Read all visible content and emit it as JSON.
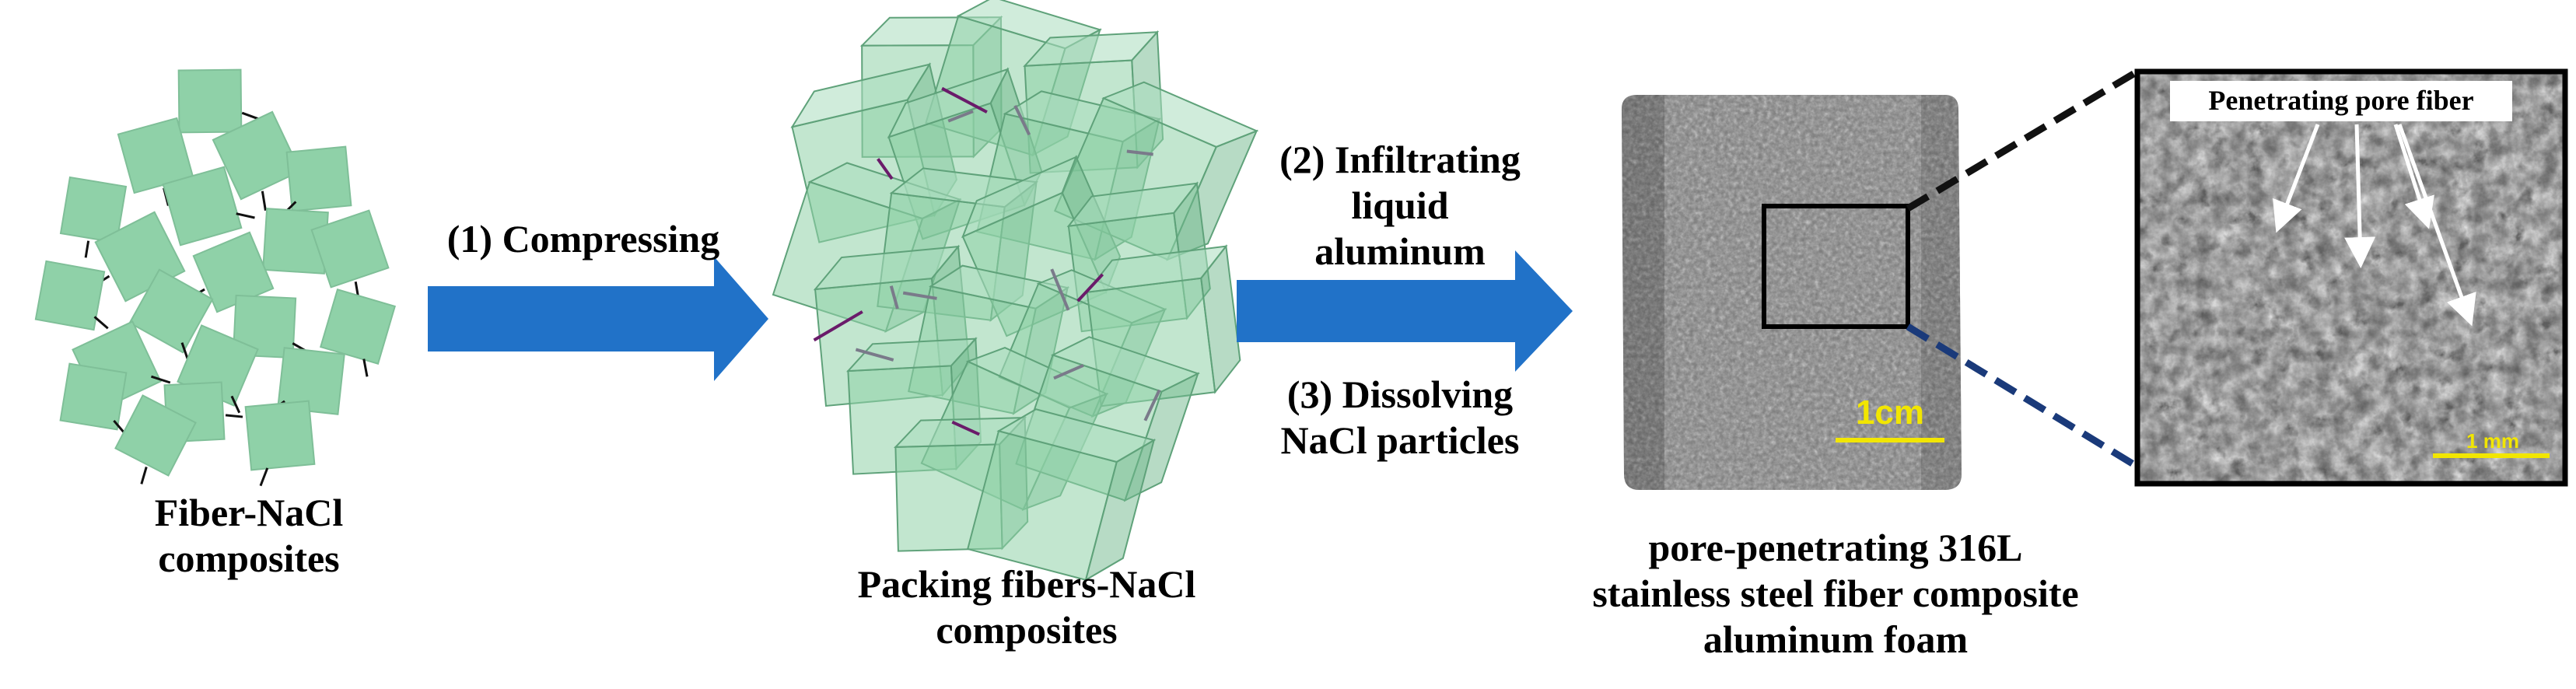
{
  "steps": {
    "compress": "(1) Compressing",
    "infiltrate": [
      "(2) Infiltrating",
      "liquid",
      "aluminum"
    ],
    "dissolve": [
      "(3) Dissolving",
      "NaCl particles"
    ]
  },
  "captions": {
    "fiber_nacl": [
      "Fiber-NaCl",
      "composites"
    ],
    "packing": [
      "Packing fibers-NaCl",
      "composites"
    ],
    "foam": [
      "pore-penetrating 316L",
      "stainless steel fiber composite",
      "aluminum foam"
    ]
  },
  "photo": {
    "scale_label": "1cm"
  },
  "sem": {
    "title": "Penetrating pore fiber",
    "scale_label": "1 mm"
  },
  "colors": {
    "arrow": "#2172c8",
    "cube_fill": "#8fd1a8",
    "cube_stroke": "#5fa27a",
    "scale": "#f2e600",
    "zoom_top": "#111111",
    "zoom_bottom": "#1a3a7a"
  }
}
